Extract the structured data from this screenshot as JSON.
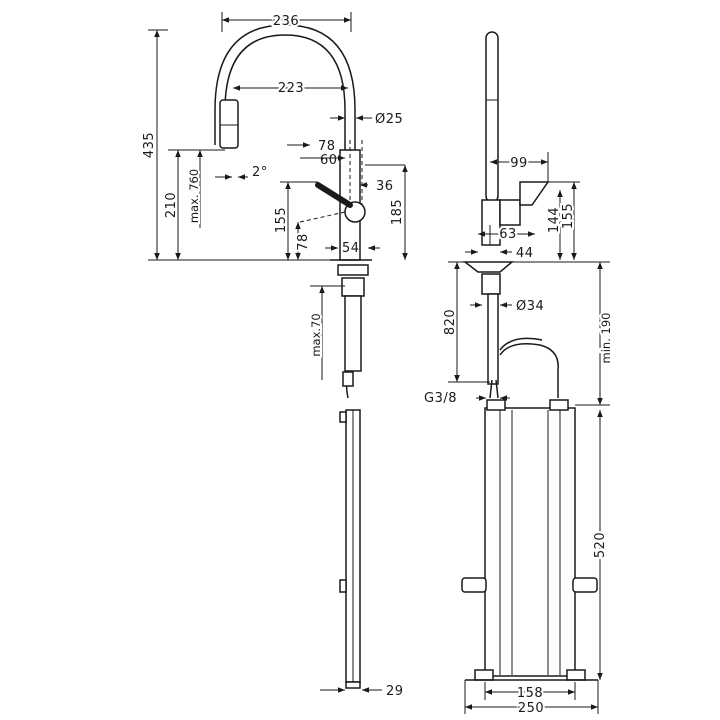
{
  "front_view": {
    "spout_width": "236",
    "spout_reach": "223",
    "total_height": "435",
    "spray_height": "210",
    "spray_pull_length": "max. 760",
    "spray_angle": "2°",
    "lever_offset_a": "78",
    "lever_offset_b": "60",
    "lever_offset_c": "36",
    "handle_height": "155",
    "handle_height_low": "78",
    "lever_height": "185",
    "base_diameter": "54",
    "shank_length": "max.70",
    "hose_width": "29"
  },
  "side_view": {
    "spout_diameter": "Ø25",
    "lever_reach": "99",
    "lever_height_a": "144",
    "lever_height_b": "155",
    "base_a": "63",
    "base_b": "44",
    "mount_hole": "Ø34",
    "shank_depth": "820",
    "connection": "G3/8",
    "hose_min": "min. 190",
    "box_height": "520",
    "box_inner_width": "158",
    "box_outer_width": "250"
  }
}
